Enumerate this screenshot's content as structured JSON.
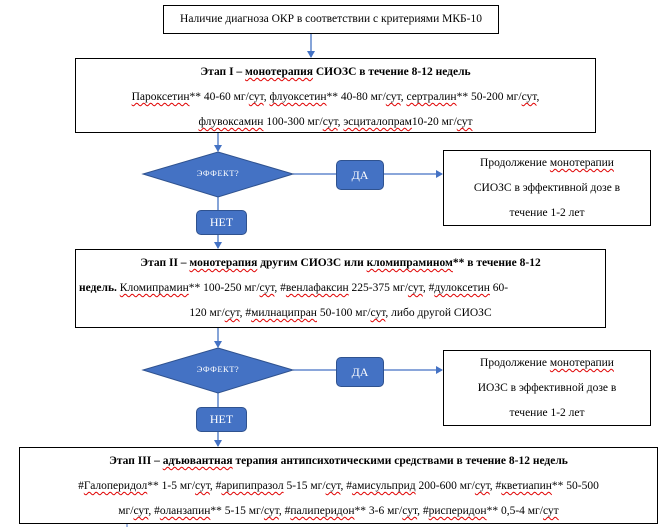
{
  "diagram": {
    "start": {
      "text": "Наличие диагноза ОКР в соответствии с критериями МКБ-10"
    },
    "stage1": {
      "title_prefix": "Этап I – ",
      "title_term": "монотерапия",
      "title_suffix": " СИОЗС  в течение 8-12 недель",
      "line1": [
        {
          "t": "Пароксетин",
          "sq": true
        },
        {
          "t": "** 40-60 мг/",
          "sq": false
        },
        {
          "t": "сут",
          "sq": true
        },
        {
          "t": ", ",
          "sq": false
        },
        {
          "t": "флуоксетин",
          "sq": true
        },
        {
          "t": "** 40-80 мг/",
          "sq": false
        },
        {
          "t": "сут",
          "sq": true
        },
        {
          "t": ", ",
          "sq": false
        },
        {
          "t": "сертралин",
          "sq": true
        },
        {
          "t": "** 50-200 мг/",
          "sq": false
        },
        {
          "t": "сут",
          "sq": true
        },
        {
          "t": ",",
          "sq": false
        }
      ],
      "line2": [
        {
          "t": "флувоксамин",
          "sq": true
        },
        {
          "t": " 100-300 мг/",
          "sq": false
        },
        {
          "t": "сут",
          "sq": true
        },
        {
          "t": ", ",
          "sq": false
        },
        {
          "t": "эсциталопрам",
          "sq": true
        },
        {
          "t": "10-20 мг/",
          "sq": false
        },
        {
          "t": "сут",
          "sq": true
        }
      ]
    },
    "decision1": {
      "label": "ЭФФЕКТ?",
      "yes": "ДА",
      "no": "НЕТ"
    },
    "result1": {
      "line1_prefix": "Продолжение ",
      "line1_term": "монотерапии",
      "line2": "СИОЗС в эффективной дозе в",
      "line3": "течение 1-2 лет"
    },
    "stage2": {
      "line1": [
        {
          "t": "Этап II – ",
          "sq": false,
          "b": true
        },
        {
          "t": "монотерапия",
          "sq": true,
          "b": true
        },
        {
          "t": " другим СИОЗС  или ",
          "sq": false,
          "b": true
        },
        {
          "t": "кломипрамином",
          "sq": true,
          "b": true
        },
        {
          "t": "** в течение 8-12",
          "sq": false,
          "b": true
        }
      ],
      "line2": [
        {
          "t": "недель.",
          "sq": false,
          "b": true
        },
        {
          "t": " ",
          "sq": false
        },
        {
          "t": "Кломипрамин",
          "sq": true
        },
        {
          "t": "** 100-250 мг/",
          "sq": false
        },
        {
          "t": "сут",
          "sq": true
        },
        {
          "t": ", #",
          "sq": false
        },
        {
          "t": "венлафаксин",
          "sq": true
        },
        {
          "t": " 225-375 мг/",
          "sq": false
        },
        {
          "t": "сут",
          "sq": true
        },
        {
          "t": ", #",
          "sq": false
        },
        {
          "t": "дулоксетин",
          "sq": true
        },
        {
          "t": " 60-",
          "sq": false
        }
      ],
      "line3": [
        {
          "t": "120 мг/",
          "sq": false
        },
        {
          "t": "сут",
          "sq": true
        },
        {
          "t": ", #",
          "sq": false
        },
        {
          "t": "милнаципран",
          "sq": true
        },
        {
          "t": " 50-100 мг/",
          "sq": false
        },
        {
          "t": "сут",
          "sq": true
        },
        {
          "t": ", либо другой СИОЗС",
          "sq": false
        }
      ]
    },
    "decision2": {
      "label": "ЭФФЕКТ?",
      "yes": "ДА",
      "no": "НЕТ"
    },
    "result2": {
      "line1_prefix": "Продолжение ",
      "line1_term": "монотерапии",
      "line2": "ИОЗС в эффективной дозе в",
      "line3": "течение 1-2 лет"
    },
    "stage3": {
      "line1": [
        {
          "t": "Этап III – ",
          "sq": false,
          "b": true
        },
        {
          "t": "адъювантная",
          "sq": true,
          "b": true
        },
        {
          "t": " терапия  антипсихотическими средствами в течение 8-12 недель",
          "sq": false,
          "b": true
        }
      ],
      "line2": [
        {
          "t": "#",
          "sq": false
        },
        {
          "t": "Галоперидол",
          "sq": true
        },
        {
          "t": "** 1-5 мг/",
          "sq": false
        },
        {
          "t": "сут",
          "sq": true
        },
        {
          "t": ", #",
          "sq": false
        },
        {
          "t": "арипипразол",
          "sq": true
        },
        {
          "t": " 5-15 мг/",
          "sq": false
        },
        {
          "t": "сут",
          "sq": true
        },
        {
          "t": ", #",
          "sq": false
        },
        {
          "t": "амисульприд",
          "sq": true
        },
        {
          "t": " 200-600 мг/",
          "sq": false
        },
        {
          "t": "сут",
          "sq": true
        },
        {
          "t": ", #",
          "sq": false
        },
        {
          "t": "кветиапин",
          "sq": true
        },
        {
          "t": "** 50-500",
          "sq": false
        }
      ],
      "line3": [
        {
          "t": "мг/",
          "sq": false
        },
        {
          "t": "сут",
          "sq": true
        },
        {
          "t": ", #",
          "sq": false
        },
        {
          "t": "оланзапин",
          "sq": true
        },
        {
          "t": "** 5-15 мг/",
          "sq": false
        },
        {
          "t": "сут",
          "sq": true
        },
        {
          "t": ", #",
          "sq": false
        },
        {
          "t": "палиперидон",
          "sq": true
        },
        {
          "t": "** 3-6 мг/",
          "sq": false
        },
        {
          "t": "сут",
          "sq": true
        },
        {
          "t": ", #",
          "sq": false
        },
        {
          "t": "рисперидон",
          "sq": true
        },
        {
          "t": "** 0,5-4 мг/",
          "sq": false
        },
        {
          "t": "сут",
          "sq": true
        }
      ]
    },
    "colors": {
      "shape_fill": "#4472c4",
      "shape_border": "#2f528f",
      "connector": "#4472c4",
      "spellcheck": "#e00000"
    }
  }
}
